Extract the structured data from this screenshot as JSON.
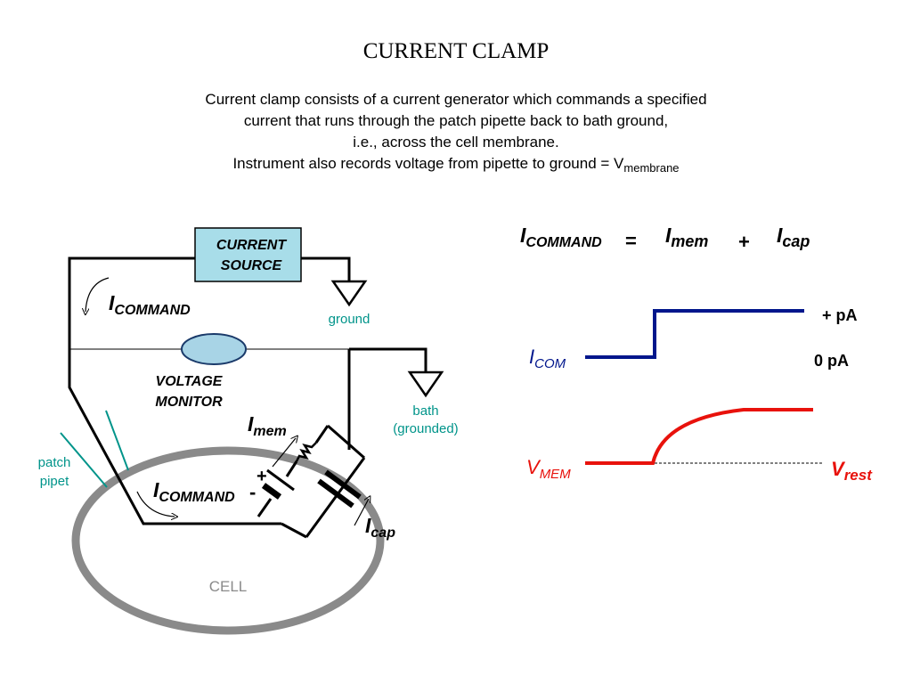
{
  "title": "CURRENT CLAMP",
  "description": {
    "line1": "Current clamp consists of a current generator which commands a specified",
    "line2": "current that runs through the patch pipette back to bath ground,",
    "line3": "i.e., across the cell membrane.",
    "line4_prefix": "Instrument also records voltage from pipette to ground = V",
    "line4_sub": "membrane"
  },
  "circuit": {
    "current_source": [
      "CURRENT",
      "SOURCE"
    ],
    "i_command_top": {
      "main": "I",
      "sub": "COMMAND"
    },
    "ground_label": "ground",
    "voltage_monitor": [
      "VOLTAGE",
      "MONITOR"
    ],
    "bath_label": [
      "bath",
      "(grounded)"
    ],
    "patch_pipet_label": [
      "patch",
      "pipet"
    ],
    "i_mem": {
      "main": "I",
      "sub": "mem"
    },
    "i_command_cell": {
      "main": "I",
      "sub": "COMMAND"
    },
    "i_cap": {
      "main": "I",
      "sub": "cap"
    },
    "battery_plus": "+",
    "battery_minus": "-",
    "cell_label": "CELL"
  },
  "equation": {
    "lhs": {
      "main": "I",
      "sub": "COMMAND"
    },
    "equals": "=",
    "term1": {
      "main": "I",
      "sub": "mem"
    },
    "plus": "+",
    "term2": {
      "main": "I",
      "sub": "cap"
    }
  },
  "traces": {
    "icom": {
      "main": "I",
      "sub": "COM"
    },
    "plus_pa": "+ pA",
    "zero_pa": "0 pA",
    "vmem": {
      "main": "V",
      "sub": "MEM"
    },
    "vrest": {
      "main": "V",
      "sub": "rest"
    }
  },
  "colors": {
    "icom_trace": "#00168c",
    "vmem_trace": "#e8120c",
    "teal": "#00948a",
    "box_fill": "#a8dde9",
    "ellipse_fill": "#a8d4e6",
    "cell_outline": "#8a8a8a"
  }
}
